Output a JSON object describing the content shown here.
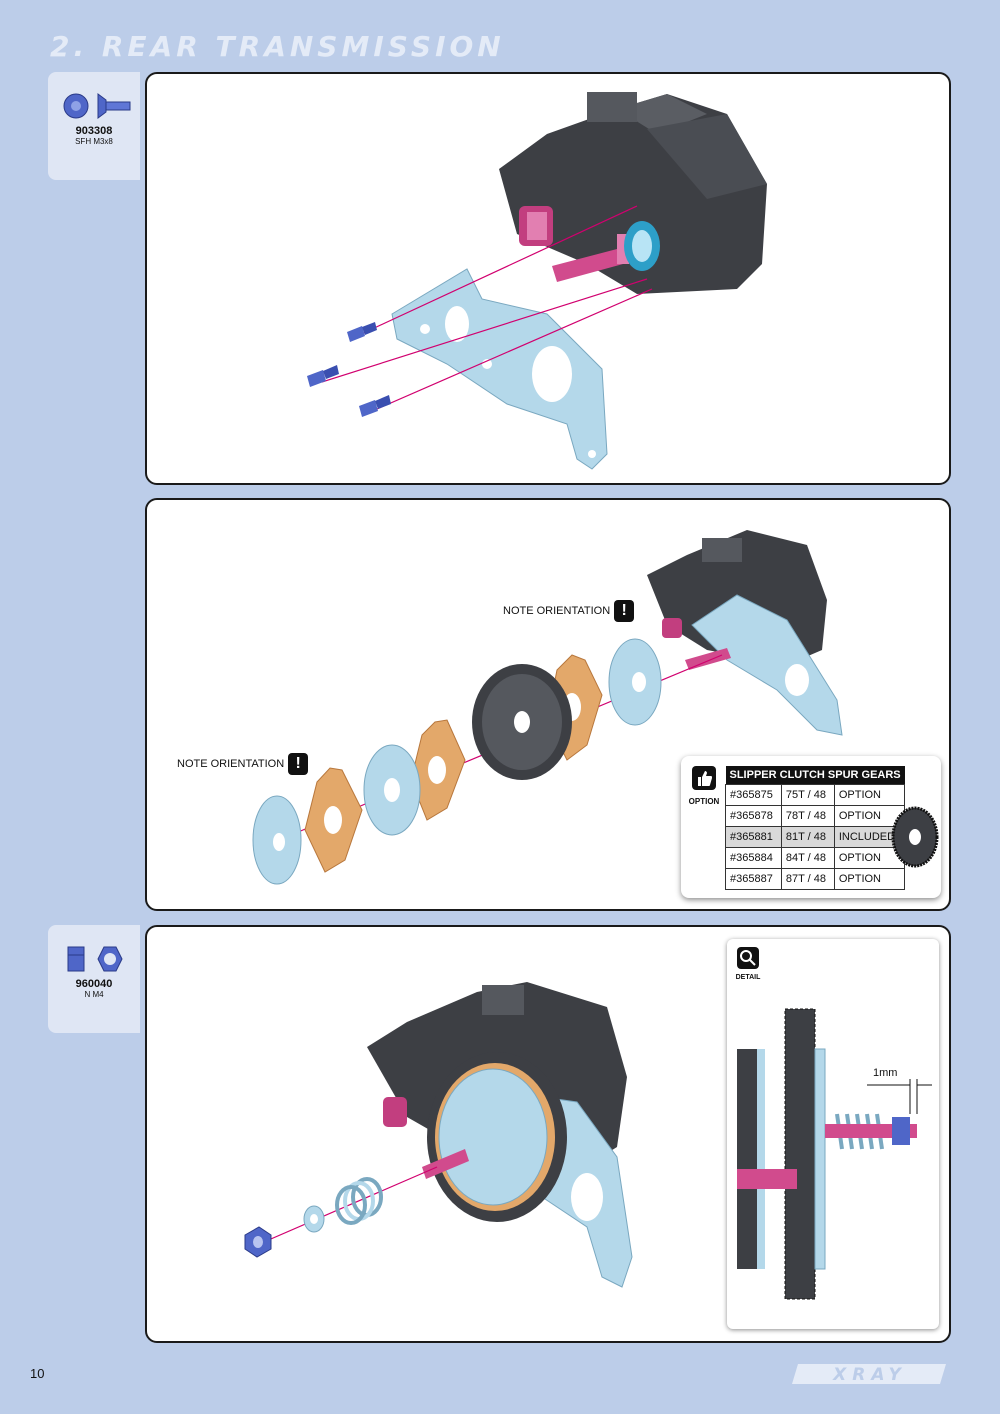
{
  "page": {
    "title": "2. REAR TRANSMISSION",
    "number": "10",
    "logo": "XRAY"
  },
  "step1": {
    "part": {
      "code": "903308",
      "desc": "SFH M3x8",
      "icon": "flat-head-screw-icon"
    }
  },
  "step2": {
    "note_top": "NOTE ORIENTATION",
    "note_left": "NOTE ORIENTATION",
    "option": {
      "label": "OPTION",
      "icon": "thumbs-up-icon",
      "table_title": "SLIPPER CLUTCH SPUR GEARS",
      "rows": [
        {
          "code": "#365875",
          "teeth": "75T / 48",
          "status": "OPTION"
        },
        {
          "code": "#365878",
          "teeth": "78T / 48",
          "status": "OPTION"
        },
        {
          "code": "#365881",
          "teeth": "81T / 48",
          "status": "INCLUDED"
        },
        {
          "code": "#365884",
          "teeth": "84T / 48",
          "status": "OPTION"
        },
        {
          "code": "#365887",
          "teeth": "87T / 48",
          "status": "OPTION"
        }
      ]
    }
  },
  "step3": {
    "part": {
      "code": "960040",
      "desc": "N M4",
      "icon": "nylon-nut-icon"
    },
    "detail": {
      "label": "DETAIL",
      "icon": "magnifier-icon",
      "gap": "1mm"
    }
  },
  "colors": {
    "background": "#bccde9",
    "screw": "#4f66c8",
    "plate": "#b4d8ea",
    "shaft": "#d14b8d",
    "housing": "#3d3f44",
    "pad": "#e3a86a"
  }
}
